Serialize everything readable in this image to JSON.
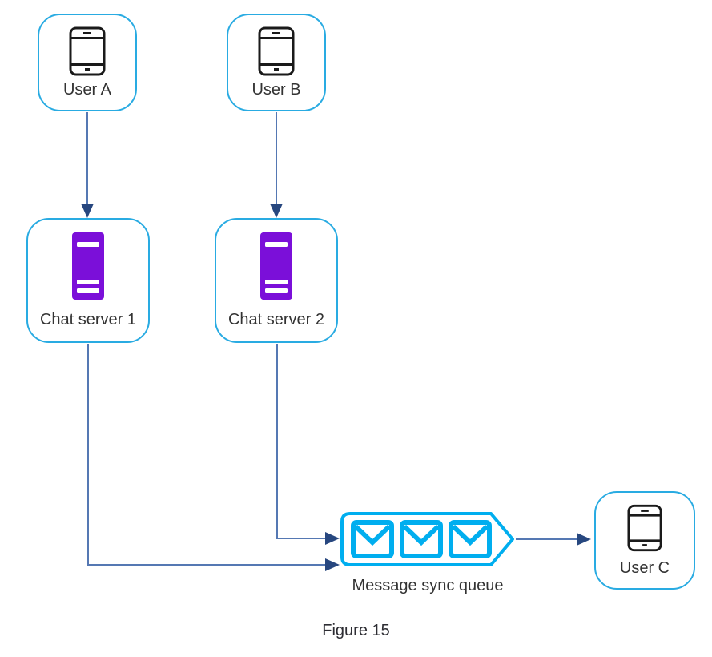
{
  "figure": {
    "caption": "Figure 15"
  },
  "nodes": {
    "user_a": {
      "label": "User A",
      "icon": "smartphone-icon"
    },
    "user_b": {
      "label": "User B",
      "icon": "smartphone-icon"
    },
    "chat_server_1": {
      "label": "Chat server 1",
      "icon": "server-icon"
    },
    "chat_server_2": {
      "label": "Chat server 2",
      "icon": "server-icon"
    },
    "message_queue": {
      "label": "Message sync queue",
      "icon": "envelope-icon",
      "envelope_count": 3
    },
    "user_c": {
      "label": "User C",
      "icon": "smartphone-icon"
    }
  },
  "edges": [
    {
      "from": "User A",
      "to": "Chat server 1"
    },
    {
      "from": "User B",
      "to": "Chat server 2"
    },
    {
      "from": "Chat server 1",
      "to": "Message sync queue"
    },
    {
      "from": "Chat server 2",
      "to": "Message sync queue"
    },
    {
      "from": "Message sync queue",
      "to": "User C"
    }
  ],
  "colors": {
    "node_border": "#29abe2",
    "queue_accent": "#00aeef",
    "server_fill": "#7b0fd9",
    "connector_line": "#5578b3",
    "arrowhead": "#27477f",
    "label_text": "#333333",
    "phone_outline": "#1a1a1a"
  }
}
